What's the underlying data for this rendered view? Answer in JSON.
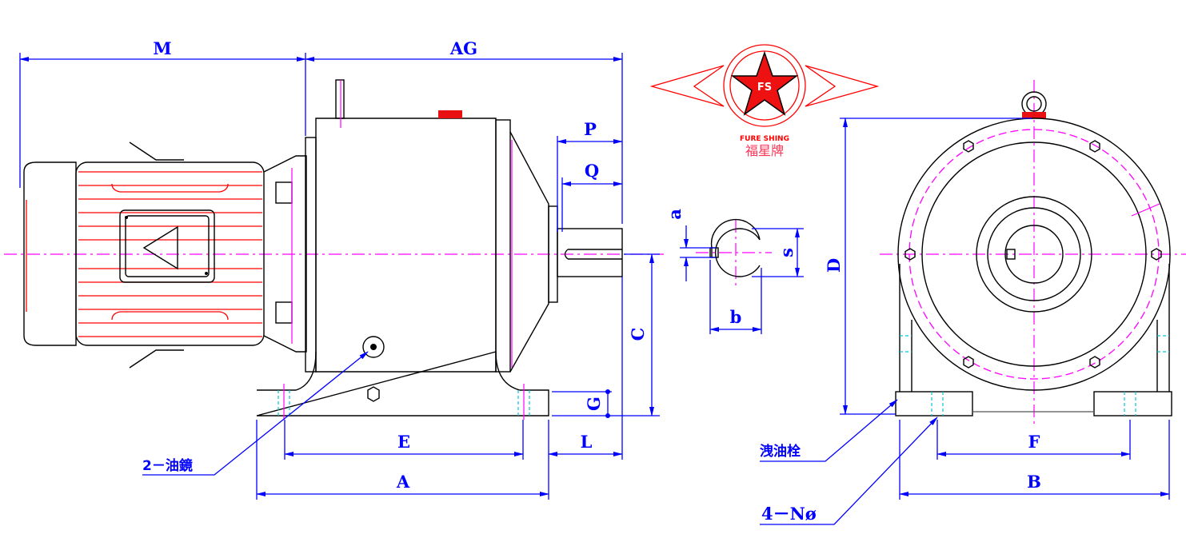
{
  "logo": {
    "initials": "FS",
    "brand_en": "FURE SHING",
    "brand_zh": "福星牌",
    "color": "#ff0000"
  },
  "dimensions": {
    "M": "M",
    "AG": "AG",
    "P": "P",
    "Q": "Q",
    "a": "a",
    "s": "s",
    "b": "b",
    "D": "D",
    "C": "C",
    "G": "G",
    "E": "E",
    "L": "L",
    "A": "A",
    "F": "F",
    "B": "B"
  },
  "notes": {
    "oil_gauge": "2－油鏡",
    "drain_plug": "洩油栓",
    "bolt_holes": "4－Nø"
  },
  "colors": {
    "dimension": "#0000ff",
    "centerline": "#ff00ff",
    "motor": "#ff0000"
  }
}
